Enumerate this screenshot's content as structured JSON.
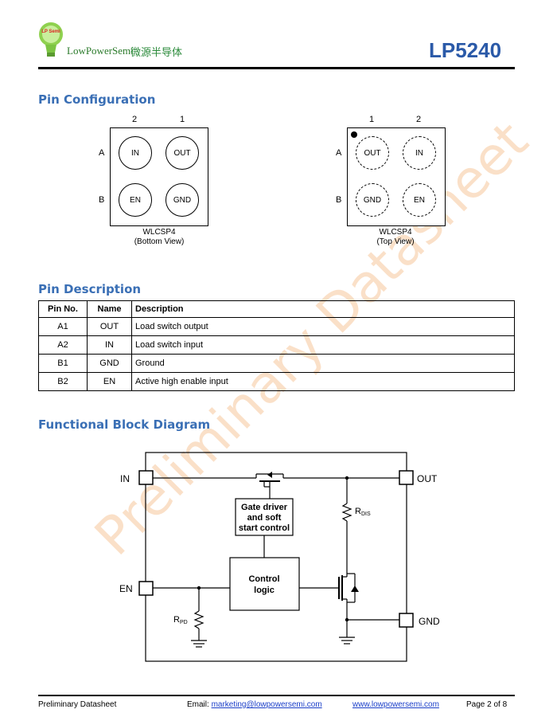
{
  "header": {
    "logo_badge": "LP Semi",
    "logo_text": "LowPowerSemi",
    "logo_cn": "微源半导体",
    "part_number": "LP5240"
  },
  "pin_configuration": {
    "title": "Pin Configuration",
    "bottom_view": {
      "col_labels": [
        "2",
        "1"
      ],
      "row_labels": [
        "A",
        "B"
      ],
      "balls": [
        "IN",
        "OUT",
        "EN",
        "GND"
      ],
      "caption_line1": "WLCSP4",
      "caption_line2": "(Bottom View)"
    },
    "top_view": {
      "col_labels": [
        "1",
        "2"
      ],
      "row_labels": [
        "A",
        "B"
      ],
      "balls": [
        "OUT",
        "IN",
        "GND",
        "EN"
      ],
      "caption_line1": "WLCSP4",
      "caption_line2": "(Top View)"
    }
  },
  "pin_description": {
    "title": "Pin Description",
    "headers": [
      "Pin No.",
      "Name",
      "Description"
    ],
    "rows": [
      [
        "A1",
        "OUT",
        "Load switch output"
      ],
      [
        "A2",
        "IN",
        "Load switch input"
      ],
      [
        "B1",
        "GND",
        "Ground"
      ],
      [
        "B2",
        "EN",
        "Active high enable input"
      ]
    ]
  },
  "block_diagram": {
    "title": "Functional Block Diagram",
    "pin_in": "IN",
    "pin_out": "OUT",
    "pin_en": "EN",
    "pin_gnd": "GND",
    "gate_driver_line1": "Gate driver",
    "gate_driver_line2": "and soft",
    "gate_driver_line3": "start control",
    "control_line1": "Control",
    "control_line2": "logic",
    "rdis_main": "R",
    "rdis_sub": "DIS",
    "rpd_main": "R",
    "rpd_sub": "PD"
  },
  "watermark": "Preliminary Datasheet",
  "footer": {
    "left": "Preliminary Datasheet",
    "email_label": "Email: ",
    "email": "marketing@lowpowersemi.com",
    "website": "www.lowpowersemi.com",
    "page": "Page 2 of 8"
  }
}
